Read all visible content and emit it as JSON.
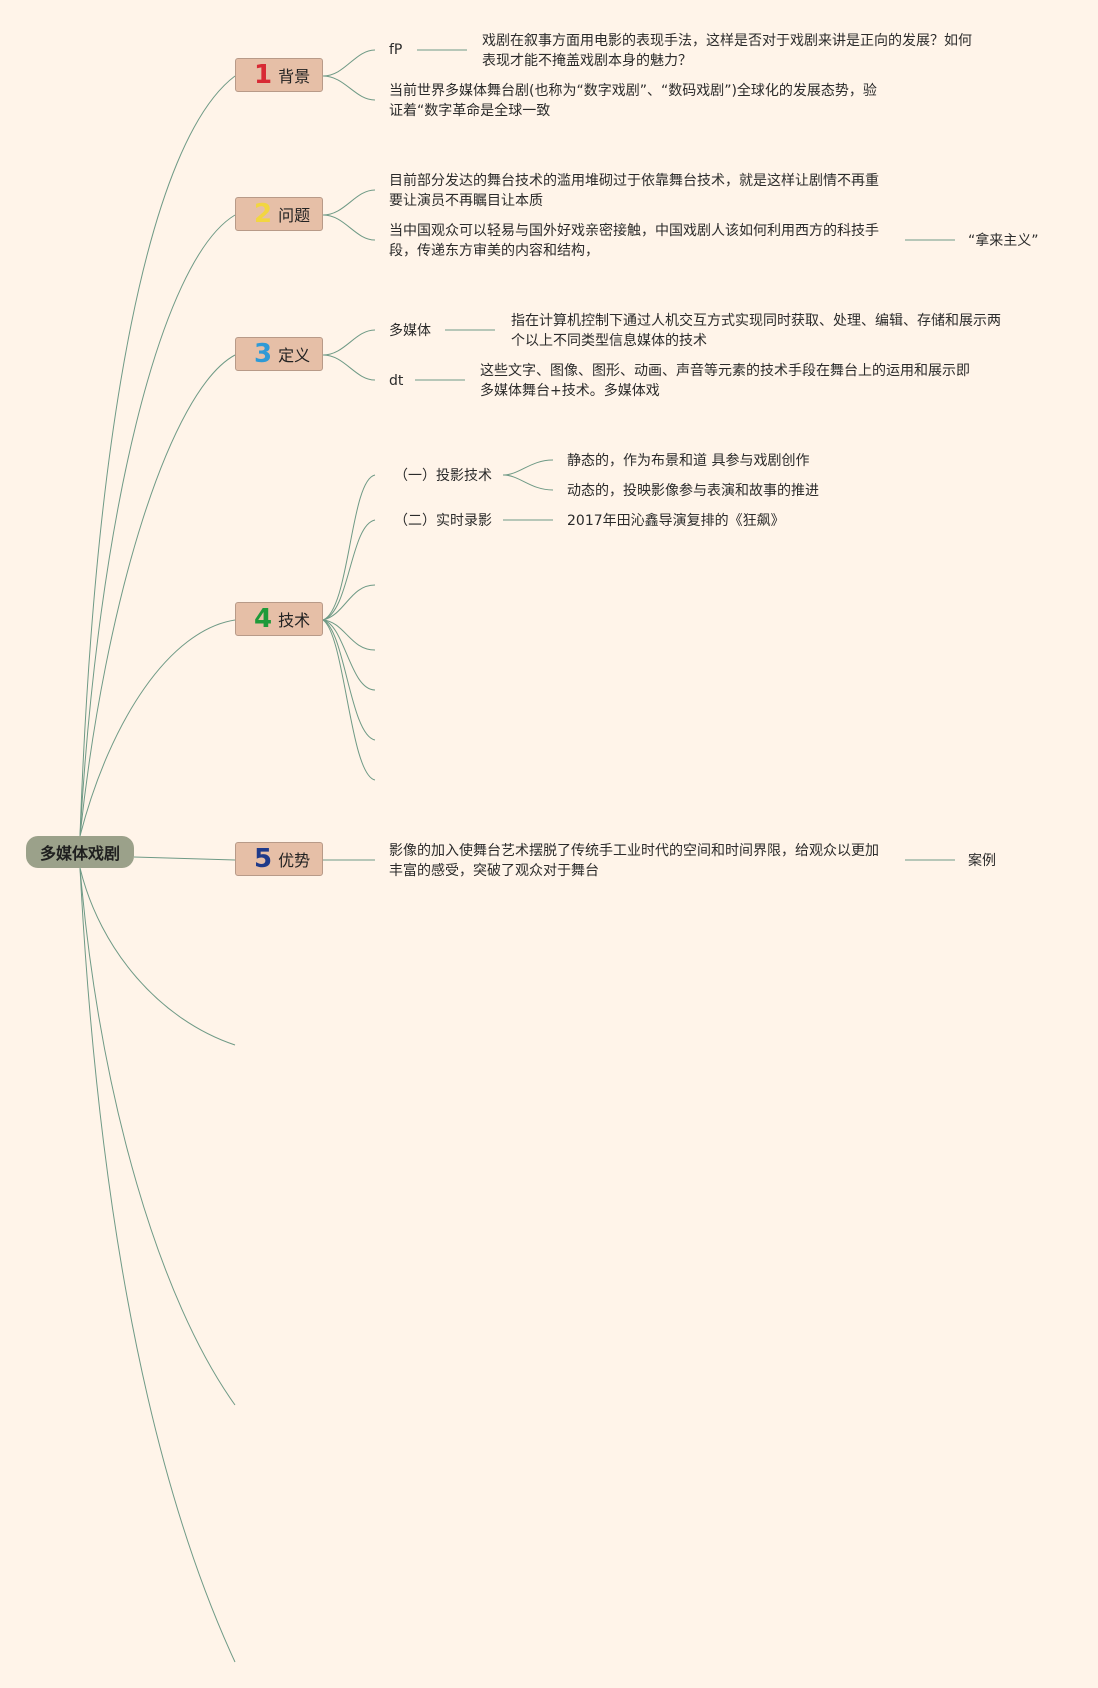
{
  "root": {
    "label": "多媒体戏剧"
  },
  "branches": [
    {
      "number": "1",
      "color": "#d82a34",
      "label": "背景",
      "children": {
        "c1_label": "fP",
        "c1_text": "戏剧在叙事方面用电影的表现手法，这样是否对于戏剧来讲是正向的发展？如何表现才能不掩盖戏剧本身的魅力？",
        "c2_text": "当前世界多媒体舞台剧(也称为“数字戏剧”、“数码戏剧”)全球化的发展态势，验证着“数字革命是全球一致"
      }
    },
    {
      "number": "2",
      "color": "#f2d640",
      "label": "问题",
      "children": {
        "c1_text": "目前部分发达的舞台技术的滥用堆砌过于依靠舞台技术，就是这样让剧情不再重要让演员不再瞩目让本质",
        "c2_text": "当中国观众可以轻易与国外好戏亲密接触，中国戏剧人该如何利用西方的科技手段，传递东方审美的内容和结构，",
        "c2_sub": "“拿来主义”"
      }
    },
    {
      "number": "3",
      "color": "#2f9ad6",
      "label": "定义",
      "children": {
        "c1_label": "多媒体",
        "c1_text": "指在计算机控制下通过人机交互方式实现同时获取、处理、编辑、存储和展示两个以上不同类型信息媒体的技术",
        "c2_label": "dt",
        "c2_text": "这些文字、图像、图形、动画、声音等元素的技术手段在舞台上的运用和展示即多媒体舞台+技术。多媒体戏"
      }
    },
    {
      "number": "4",
      "color": "#1e9a3a",
      "label": "技术",
      "children": {
        "c1_label": "（一）投影技术",
        "c1_sub1": "静态的，作为布景和道 具参与戏剧创作",
        "c1_sub2": "动态的，投映影像参与表演和故事的推进",
        "c2_label": "（二）实时录影",
        "c2_sub": "2017年田沁鑫导演复排的《狂飙》"
      }
    },
    {
      "number": "5",
      "color": "#1f3a8a",
      "label": "优势",
      "children": {
        "c1_text": "影像的加入使舞台艺术摆脱了传统手工业时代的空间和时间界限，给观众以更加丰富的感受，突破了观众对于舞台",
        "c1_sub": "案例"
      }
    }
  ],
  "colors": {
    "background": "#fff4e9",
    "line": "#6f9a86",
    "branch_fill": "#e6bfa7",
    "root_fill": "#9ba18a"
  }
}
